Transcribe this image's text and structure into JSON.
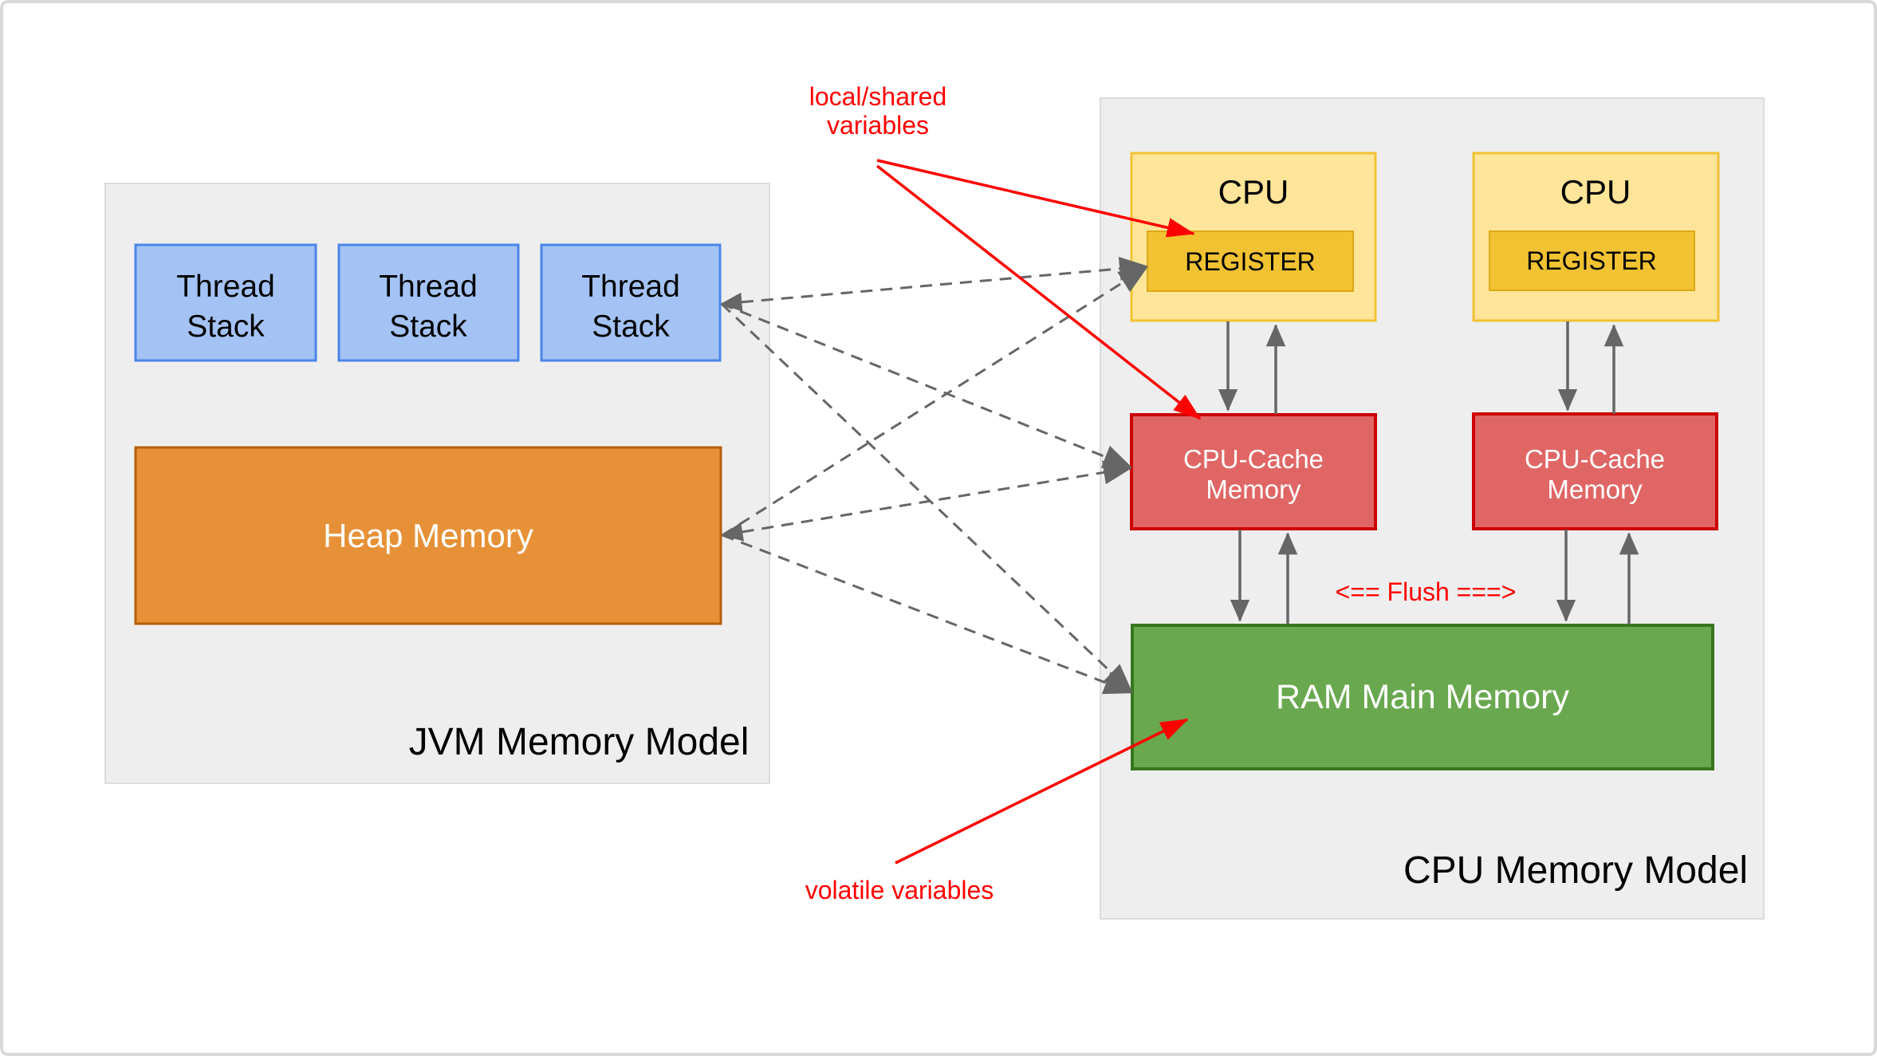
{
  "page": {
    "background": "#ffffff",
    "border_color": "#d9d9d9"
  },
  "jvm_model": {
    "title": "JVM Memory Model",
    "panel_fill": "#eeeeee",
    "thread_fill": "#a4c2f4",
    "thread_border": "#4a86e8",
    "thread_stacks": [
      {
        "line1": "Thread",
        "line2": "Stack"
      },
      {
        "line1": "Thread",
        "line2": "Stack"
      },
      {
        "line1": "Thread",
        "line2": "Stack"
      }
    ],
    "heap": {
      "label": "Heap Memory",
      "fill": "#e69138",
      "border": "#b45f06"
    }
  },
  "cpu_model": {
    "title": "CPU Memory Model",
    "panel_fill": "#eeeeee",
    "cpu_fill": "#ffe599",
    "cpu_border": "#f1c232",
    "register_fill": "#f1c232",
    "cache_fill": "#e06666",
    "cache_border": "#cc0000",
    "cpus": [
      {
        "label": "CPU",
        "register": "REGISTER"
      },
      {
        "label": "CPU",
        "register": "REGISTER"
      }
    ],
    "caches": [
      {
        "line1": "CPU-Cache",
        "line2": "Memory"
      },
      {
        "line1": "CPU-Cache",
        "line2": "Memory"
      }
    ],
    "ram": {
      "label": "RAM Main Memory",
      "fill": "#6aa84f",
      "border": "#38761d"
    },
    "flush_label": "<== Flush ===>"
  },
  "annotations": {
    "local_shared": {
      "line1": "local/shared",
      "line2": "variables"
    },
    "volatile_label": "volatile variables",
    "color": "#ff0000"
  },
  "connector_color": "#666666"
}
